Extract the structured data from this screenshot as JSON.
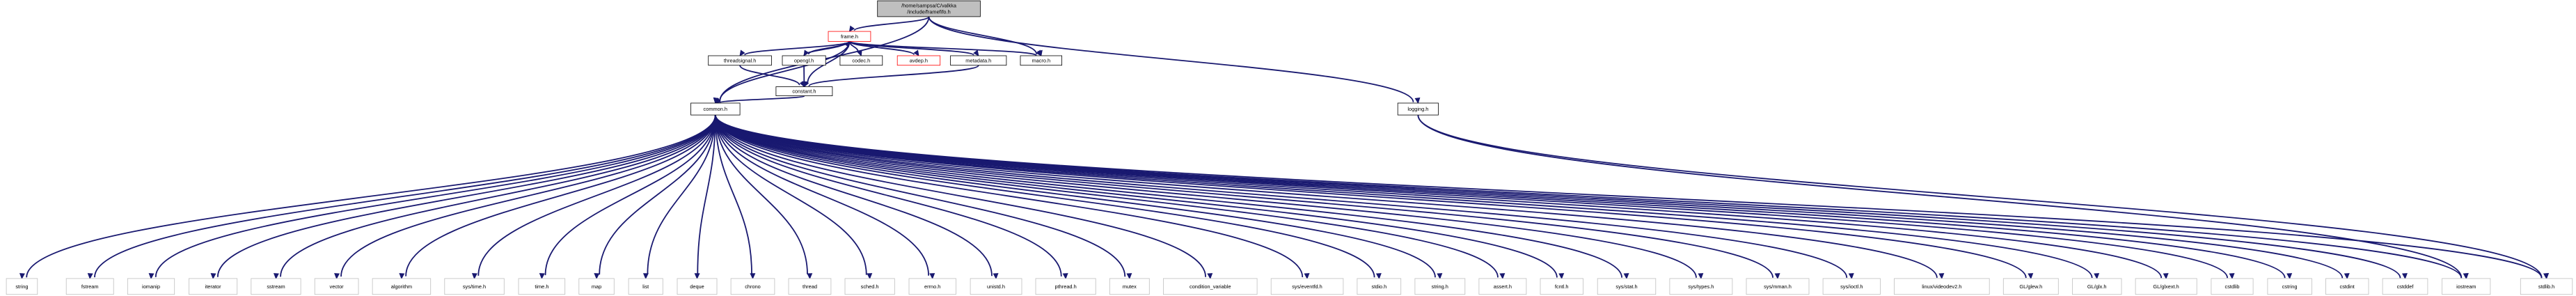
{
  "colors": {
    "edge": "#191970",
    "root_fill": "#bfbfbf",
    "node_border": "#000000",
    "missing_border": "#ff0000",
    "external_border": "#bfbfbf",
    "node_fill": "#ffffff"
  },
  "nodes": {
    "root": {
      "lines": [
        "/home/sampsa/C/valkka",
        "/include/framefifo.h"
      ],
      "kind": "root"
    },
    "frame": {
      "lines": [
        "frame.h"
      ],
      "kind": "missing"
    },
    "threadsignal": {
      "lines": [
        "threadsignal.h"
      ],
      "kind": "internal"
    },
    "opengl": {
      "lines": [
        "opengl.h"
      ],
      "kind": "internal"
    },
    "codec": {
      "lines": [
        "codec.h"
      ],
      "kind": "internal"
    },
    "avdep": {
      "lines": [
        "avdep.h"
      ],
      "kind": "missing"
    },
    "metadata": {
      "lines": [
        "metadata.h"
      ],
      "kind": "internal"
    },
    "macro": {
      "lines": [
        "macro.h"
      ],
      "kind": "internal"
    },
    "constant": {
      "lines": [
        "constant.h"
      ],
      "kind": "internal"
    },
    "common": {
      "lines": [
        "common.h"
      ],
      "kind": "internal"
    },
    "logging": {
      "lines": [
        "logging.h"
      ],
      "kind": "internal"
    },
    "string": {
      "lines": [
        "string"
      ],
      "kind": "external"
    },
    "fstream": {
      "lines": [
        "fstream"
      ],
      "kind": "external"
    },
    "iomanip": {
      "lines": [
        "iomanip"
      ],
      "kind": "external"
    },
    "iterator": {
      "lines": [
        "iterator"
      ],
      "kind": "external"
    },
    "sstream": {
      "lines": [
        "sstream"
      ],
      "kind": "external"
    },
    "vector": {
      "lines": [
        "vector"
      ],
      "kind": "external"
    },
    "algorithm": {
      "lines": [
        "algorithm"
      ],
      "kind": "external"
    },
    "systime": {
      "lines": [
        "sys/time.h"
      ],
      "kind": "external"
    },
    "timeh": {
      "lines": [
        "time.h"
      ],
      "kind": "external"
    },
    "map": {
      "lines": [
        "map"
      ],
      "kind": "external"
    },
    "list": {
      "lines": [
        "list"
      ],
      "kind": "external"
    },
    "deque": {
      "lines": [
        "deque"
      ],
      "kind": "external"
    },
    "chrono": {
      "lines": [
        "chrono"
      ],
      "kind": "external"
    },
    "thread": {
      "lines": [
        "thread"
      ],
      "kind": "external"
    },
    "sched": {
      "lines": [
        "sched.h"
      ],
      "kind": "external"
    },
    "errno": {
      "lines": [
        "errno.h"
      ],
      "kind": "external"
    },
    "unistd": {
      "lines": [
        "unistd.h"
      ],
      "kind": "external"
    },
    "pthread": {
      "lines": [
        "pthread.h"
      ],
      "kind": "external"
    },
    "mutex": {
      "lines": [
        "mutex"
      ],
      "kind": "external"
    },
    "condvar": {
      "lines": [
        "condition_variable"
      ],
      "kind": "external"
    },
    "eventfd": {
      "lines": [
        "sys/eventfd.h"
      ],
      "kind": "external"
    },
    "stdio": {
      "lines": [
        "stdio.h"
      ],
      "kind": "external"
    },
    "stringh": {
      "lines": [
        "string.h"
      ],
      "kind": "external"
    },
    "assert": {
      "lines": [
        "assert.h"
      ],
      "kind": "external"
    },
    "fcntl": {
      "lines": [
        "fcntl.h"
      ],
      "kind": "external"
    },
    "sysstat": {
      "lines": [
        "sys/stat.h"
      ],
      "kind": "external"
    },
    "systypes": {
      "lines": [
        "sys/types.h"
      ],
      "kind": "external"
    },
    "sysmman": {
      "lines": [
        "sys/mman.h"
      ],
      "kind": "external"
    },
    "sysioctl": {
      "lines": [
        "sys/ioctl.h"
      ],
      "kind": "external"
    },
    "videodev": {
      "lines": [
        "linux/videodev2.h"
      ],
      "kind": "external"
    },
    "glew": {
      "lines": [
        "GL/glew.h"
      ],
      "kind": "external"
    },
    "glx": {
      "lines": [
        "GL/glx.h"
      ],
      "kind": "external"
    },
    "glxext": {
      "lines": [
        "GL/glxext.h"
      ],
      "kind": "external"
    },
    "cstdlib": {
      "lines": [
        "cstdlib"
      ],
      "kind": "external"
    },
    "cstring": {
      "lines": [
        "cstring"
      ],
      "kind": "external"
    },
    "cstdint": {
      "lines": [
        "cstdint"
      ],
      "kind": "external"
    },
    "cstddef": {
      "lines": [
        "cstddef"
      ],
      "kind": "external"
    },
    "iostream": {
      "lines": [
        "iostream"
      ],
      "kind": "external"
    },
    "stdlib": {
      "lines": [
        "stdlib.h"
      ],
      "kind": "external"
    }
  },
  "edges": [
    [
      "root",
      "frame"
    ],
    [
      "root",
      "macro"
    ],
    [
      "root",
      "common"
    ],
    [
      "root",
      "logging"
    ],
    [
      "frame",
      "threadsignal"
    ],
    [
      "frame",
      "opengl"
    ],
    [
      "frame",
      "codec"
    ],
    [
      "frame",
      "avdep"
    ],
    [
      "frame",
      "metadata"
    ],
    [
      "frame",
      "macro"
    ],
    [
      "frame",
      "constant"
    ],
    [
      "frame",
      "common"
    ],
    [
      "threadsignal",
      "constant"
    ],
    [
      "opengl",
      "frame"
    ],
    [
      "opengl",
      "constant"
    ],
    [
      "metadata",
      "constant"
    ],
    [
      "constant",
      "common"
    ],
    [
      "common",
      "string"
    ],
    [
      "common",
      "fstream"
    ],
    [
      "common",
      "iomanip"
    ],
    [
      "common",
      "iterator"
    ],
    [
      "common",
      "sstream"
    ],
    [
      "common",
      "vector"
    ],
    [
      "common",
      "algorithm"
    ],
    [
      "common",
      "systime"
    ],
    [
      "common",
      "timeh"
    ],
    [
      "common",
      "map"
    ],
    [
      "common",
      "list"
    ],
    [
      "common",
      "deque"
    ],
    [
      "common",
      "chrono"
    ],
    [
      "common",
      "thread"
    ],
    [
      "common",
      "sched"
    ],
    [
      "common",
      "errno"
    ],
    [
      "common",
      "unistd"
    ],
    [
      "common",
      "pthread"
    ],
    [
      "common",
      "mutex"
    ],
    [
      "common",
      "condvar"
    ],
    [
      "common",
      "eventfd"
    ],
    [
      "common",
      "stdio"
    ],
    [
      "common",
      "stringh"
    ],
    [
      "common",
      "assert"
    ],
    [
      "common",
      "fcntl"
    ],
    [
      "common",
      "sysstat"
    ],
    [
      "common",
      "systypes"
    ],
    [
      "common",
      "sysmman"
    ],
    [
      "common",
      "sysioctl"
    ],
    [
      "common",
      "videodev"
    ],
    [
      "common",
      "glew"
    ],
    [
      "common",
      "glx"
    ],
    [
      "common",
      "glxext"
    ],
    [
      "common",
      "cstdlib"
    ],
    [
      "common",
      "cstring"
    ],
    [
      "common",
      "cstdint"
    ],
    [
      "common",
      "cstddef"
    ],
    [
      "common",
      "iostream"
    ],
    [
      "common",
      "stdlib"
    ],
    [
      "logging",
      "iostream"
    ],
    [
      "logging",
      "stdlib"
    ]
  ]
}
